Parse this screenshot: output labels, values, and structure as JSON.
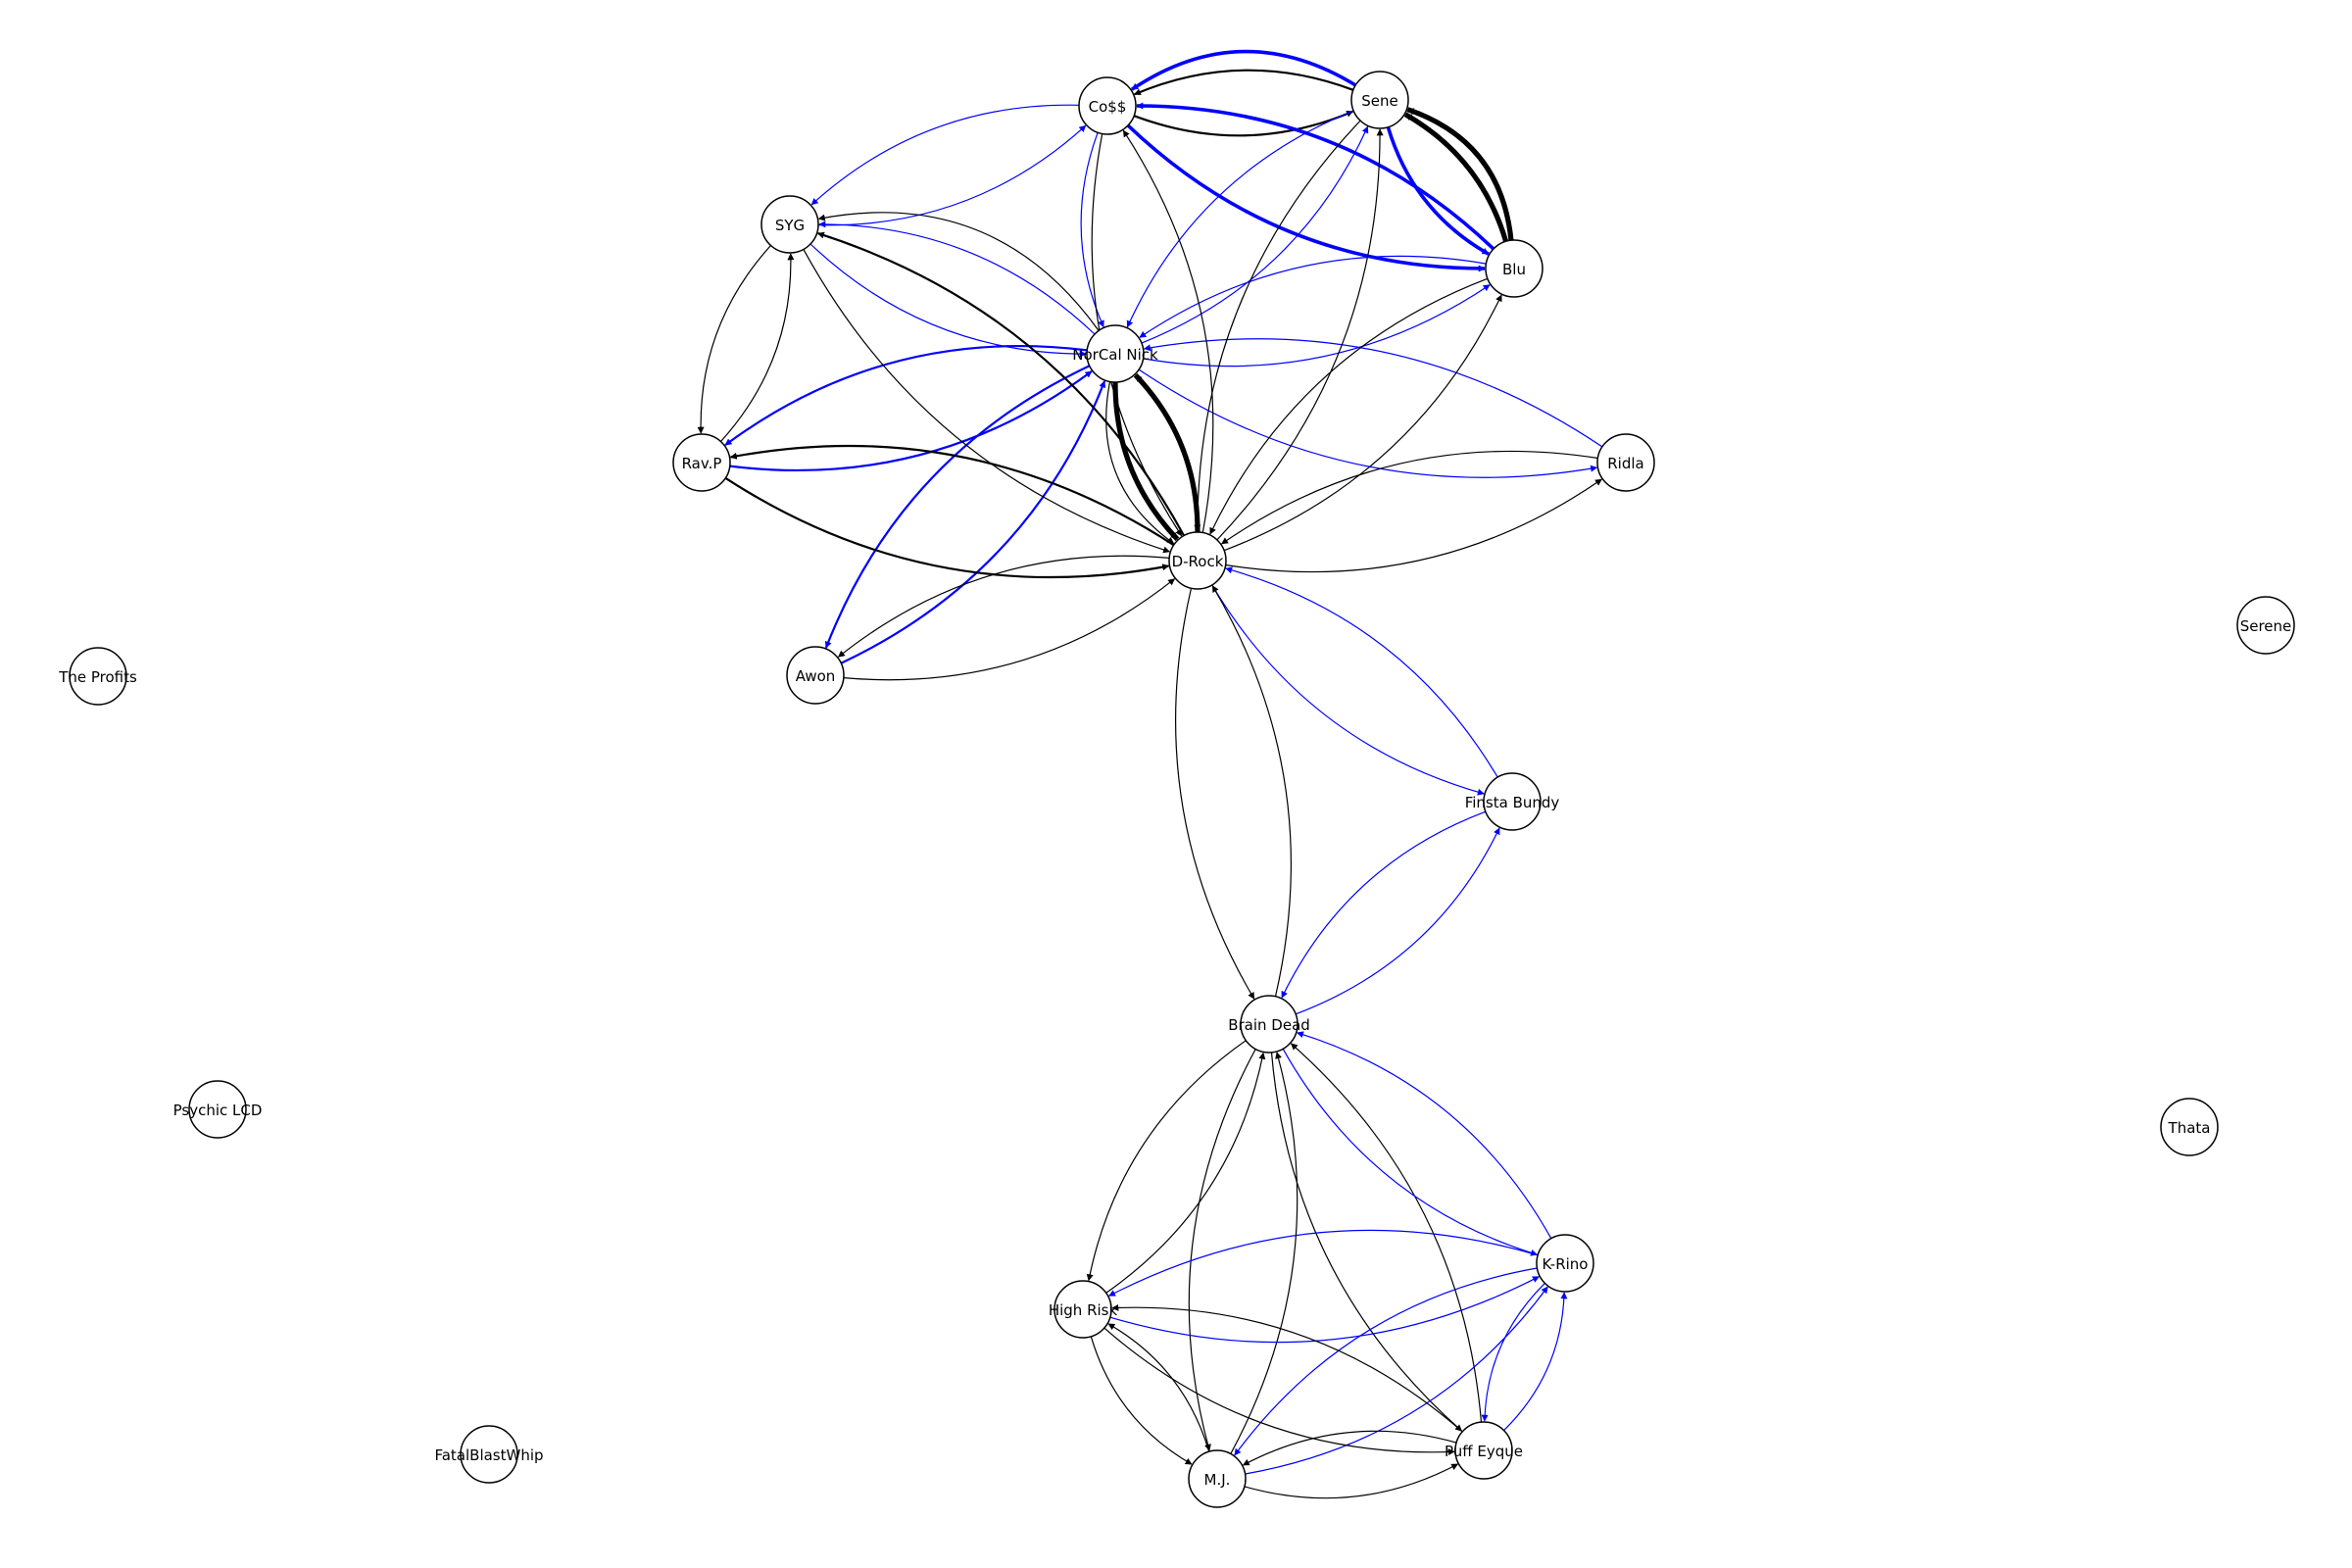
{
  "colors": {
    "black_edge": "#000000",
    "blue_edge": "#0000ff",
    "node_fill": "#ffffff",
    "node_stroke": "#000000"
  },
  "nodes": [
    {
      "id": "coss",
      "label": "Co$$"
    },
    {
      "id": "sene",
      "label": "Sene"
    },
    {
      "id": "syg",
      "label": "SYG"
    },
    {
      "id": "blu",
      "label": "Blu"
    },
    {
      "id": "norcal",
      "label": "NorCal Nick"
    },
    {
      "id": "ravp",
      "label": "Rav.P"
    },
    {
      "id": "ridla",
      "label": "Ridla"
    },
    {
      "id": "drock",
      "label": "D-Rock"
    },
    {
      "id": "awon",
      "label": "Awon"
    },
    {
      "id": "profits",
      "label": "The Profits"
    },
    {
      "id": "serene",
      "label": "Serene"
    },
    {
      "id": "finsta",
      "label": "Finsta Bundy"
    },
    {
      "id": "braindead",
      "label": "Brain Dead"
    },
    {
      "id": "psychic",
      "label": "Psychic LCD"
    },
    {
      "id": "thata",
      "label": "Thata"
    },
    {
      "id": "krino",
      "label": "K-Rino"
    },
    {
      "id": "highrisk",
      "label": "High Risk"
    },
    {
      "id": "puff",
      "label": "Puff Eyque"
    },
    {
      "id": "mj",
      "label": "M.J."
    },
    {
      "id": "fatal",
      "label": "FatalBlastWhip"
    }
  ],
  "edges": [
    {
      "from": "sene",
      "to": "coss",
      "color": "black",
      "weight": 2
    },
    {
      "from": "sene",
      "to": "coss",
      "color": "blue",
      "weight": 3
    },
    {
      "from": "coss",
      "to": "sene",
      "color": "black",
      "weight": 2
    },
    {
      "from": "blu",
      "to": "sene",
      "color": "black",
      "weight": 4
    },
    {
      "from": "blu",
      "to": "sene",
      "color": "black",
      "weight": 4
    },
    {
      "from": "sene",
      "to": "blu",
      "color": "blue",
      "weight": 3
    },
    {
      "from": "coss",
      "to": "blu",
      "color": "blue",
      "weight": 3
    },
    {
      "from": "blu",
      "to": "coss",
      "color": "blue",
      "weight": 3
    },
    {
      "from": "coss",
      "to": "syg",
      "color": "blue",
      "weight": 1
    },
    {
      "from": "syg",
      "to": "coss",
      "color": "blue",
      "weight": 1
    },
    {
      "from": "norcal",
      "to": "syg",
      "color": "blue",
      "weight": 1
    },
    {
      "from": "norcal",
      "to": "syg",
      "color": "black",
      "weight": 1
    },
    {
      "from": "syg",
      "to": "norcal",
      "color": "blue",
      "weight": 1
    },
    {
      "from": "coss",
      "to": "norcal",
      "color": "blue",
      "weight": 1
    },
    {
      "from": "sene",
      "to": "norcal",
      "color": "blue",
      "weight": 1
    },
    {
      "from": "blu",
      "to": "norcal",
      "color": "blue",
      "weight": 1
    },
    {
      "from": "norcal",
      "to": "sene",
      "color": "blue",
      "weight": 1
    },
    {
      "from": "norcal",
      "to": "blu",
      "color": "blue",
      "weight": 1
    },
    {
      "from": "ridla",
      "to": "norcal",
      "color": "blue",
      "weight": 1
    },
    {
      "from": "norcal",
      "to": "ridla",
      "color": "blue",
      "weight": 1
    },
    {
      "from": "norcal",
      "to": "ravp",
      "color": "blue",
      "weight": 2
    },
    {
      "from": "ravp",
      "to": "norcal",
      "color": "blue",
      "weight": 2
    },
    {
      "from": "norcal",
      "to": "awon",
      "color": "blue",
      "weight": 2
    },
    {
      "from": "awon",
      "to": "norcal",
      "color": "blue",
      "weight": 2
    },
    {
      "from": "norcal",
      "to": "drock",
      "color": "black",
      "weight": 4
    },
    {
      "from": "drock",
      "to": "norcal",
      "color": "black",
      "weight": 4
    },
    {
      "from": "norcal",
      "to": "drock",
      "color": "black",
      "weight": 1
    },
    {
      "from": "syg",
      "to": "ravp",
      "color": "black",
      "weight": 1
    },
    {
      "from": "ravp",
      "to": "syg",
      "color": "black",
      "weight": 1
    },
    {
      "from": "drock",
      "to": "ravp",
      "color": "black",
      "weight": 2
    },
    {
      "from": "ravp",
      "to": "drock",
      "color": "black",
      "weight": 2
    },
    {
      "from": "drock",
      "to": "syg",
      "color": "black",
      "weight": 2
    },
    {
      "from": "syg",
      "to": "drock",
      "color": "black",
      "weight": 1
    },
    {
      "from": "coss",
      "to": "drock",
      "color": "black",
      "weight": 1
    },
    {
      "from": "drock",
      "to": "coss",
      "color": "black",
      "weight": 1
    },
    {
      "from": "sene",
      "to": "drock",
      "color": "black",
      "weight": 1
    },
    {
      "from": "drock",
      "to": "sene",
      "color": "black",
      "weight": 1
    },
    {
      "from": "drock",
      "to": "blu",
      "color": "black",
      "weight": 1
    },
    {
      "from": "blu",
      "to": "drock",
      "color": "black",
      "weight": 1
    },
    {
      "from": "ridla",
      "to": "drock",
      "color": "black",
      "weight": 1
    },
    {
      "from": "drock",
      "to": "ridla",
      "color": "black",
      "weight": 1
    },
    {
      "from": "drock",
      "to": "awon",
      "color": "black",
      "weight": 1
    },
    {
      "from": "awon",
      "to": "drock",
      "color": "black",
      "weight": 1
    },
    {
      "from": "drock",
      "to": "finsta",
      "color": "blue",
      "weight": 1
    },
    {
      "from": "finsta",
      "to": "drock",
      "color": "blue",
      "weight": 1
    },
    {
      "from": "drock",
      "to": "braindead",
      "color": "black",
      "weight": 1
    },
    {
      "from": "braindead",
      "to": "drock",
      "color": "black",
      "weight": 1
    },
    {
      "from": "finsta",
      "to": "braindead",
      "color": "blue",
      "weight": 1
    },
    {
      "from": "braindead",
      "to": "finsta",
      "color": "blue",
      "weight": 1
    },
    {
      "from": "braindead",
      "to": "highrisk",
      "color": "black",
      "weight": 1
    },
    {
      "from": "highrisk",
      "to": "braindead",
      "color": "black",
      "weight": 1
    },
    {
      "from": "braindead",
      "to": "mj",
      "color": "black",
      "weight": 1
    },
    {
      "from": "mj",
      "to": "braindead",
      "color": "black",
      "weight": 1
    },
    {
      "from": "braindead",
      "to": "puff",
      "color": "black",
      "weight": 1
    },
    {
      "from": "puff",
      "to": "braindead",
      "color": "black",
      "weight": 1
    },
    {
      "from": "krino",
      "to": "braindead",
      "color": "blue",
      "weight": 1
    },
    {
      "from": "braindead",
      "to": "krino",
      "color": "blue",
      "weight": 1
    },
    {
      "from": "krino",
      "to": "highrisk",
      "color": "blue",
      "weight": 1
    },
    {
      "from": "highrisk",
      "to": "krino",
      "color": "blue",
      "weight": 1
    },
    {
      "from": "krino",
      "to": "mj",
      "color": "blue",
      "weight": 1
    },
    {
      "from": "mj",
      "to": "krino",
      "color": "blue",
      "weight": 1
    },
    {
      "from": "krino",
      "to": "puff",
      "color": "blue",
      "weight": 1
    },
    {
      "from": "puff",
      "to": "krino",
      "color": "blue",
      "weight": 1
    },
    {
      "from": "highrisk",
      "to": "mj",
      "color": "black",
      "weight": 1
    },
    {
      "from": "mj",
      "to": "highrisk",
      "color": "black",
      "weight": 1
    },
    {
      "from": "highrisk",
      "to": "puff",
      "color": "black",
      "weight": 1
    },
    {
      "from": "puff",
      "to": "highrisk",
      "color": "black",
      "weight": 1
    },
    {
      "from": "mj",
      "to": "puff",
      "color": "black",
      "weight": 1
    },
    {
      "from": "puff",
      "to": "mj",
      "color": "black",
      "weight": 1
    }
  ]
}
